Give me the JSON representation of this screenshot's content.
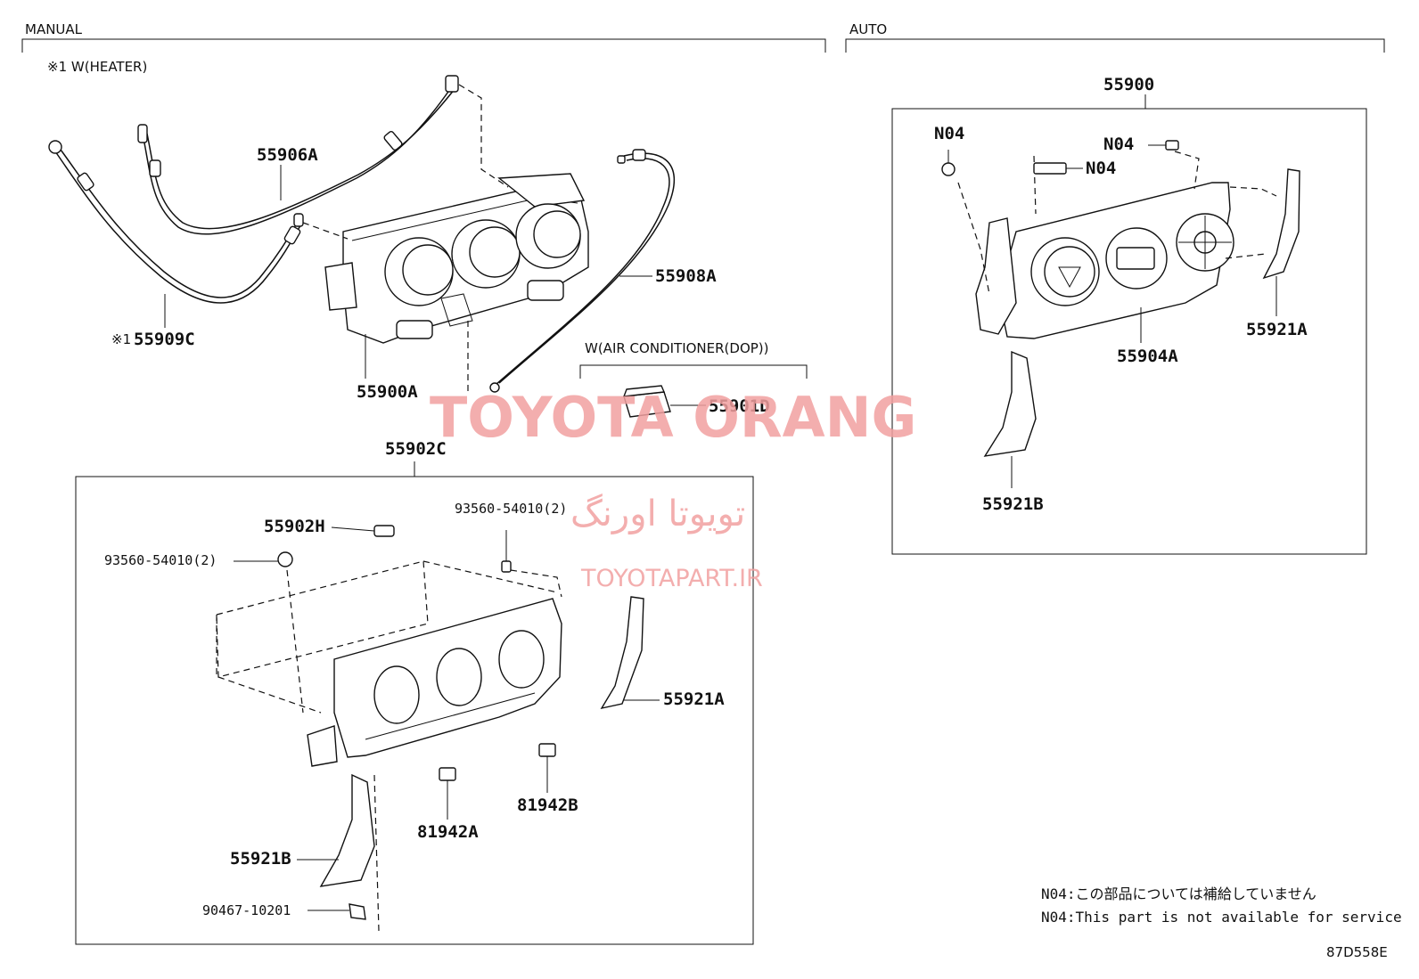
{
  "sections": {
    "manual": "MANUAL",
    "auto": "AUTO"
  },
  "manual": {
    "heater_note": "※1 W(HEATER)",
    "parts": {
      "p55906A": "55906A",
      "p55909C_mark": "※1",
      "p55909C": "55909C",
      "p55900A": "55900A",
      "p55908A": "55908A",
      "ac_note": "W(AIR CONDITIONER(DOP))",
      "p55901D": "55901D",
      "p55902C": "55902C",
      "p55902H": "55902H",
      "p93560_a": "93560-54010(2)",
      "p93560_b": "93560-54010(2)",
      "p55921A": "55921A",
      "p55921B": "55921B",
      "p81942A": "81942A",
      "p81942B": "81942B",
      "p90467": "90467-10201"
    }
  },
  "auto": {
    "parts": {
      "p55900": "55900",
      "n04_a": "N04",
      "n04_b": "N04",
      "n04_c": "N04",
      "p55904A": "55904A",
      "p55921A": "55921A",
      "p55921B": "55921B"
    }
  },
  "notes": {
    "jp": "N04:この部品については補給していません",
    "en": "N04:This part is not available for service"
  },
  "drawing_code": "87D558E",
  "watermark": {
    "line1": "TOYOTA ORANG",
    "line2": "تویوتا اورنگ",
    "line3": "TOYOTAPART.IR"
  }
}
